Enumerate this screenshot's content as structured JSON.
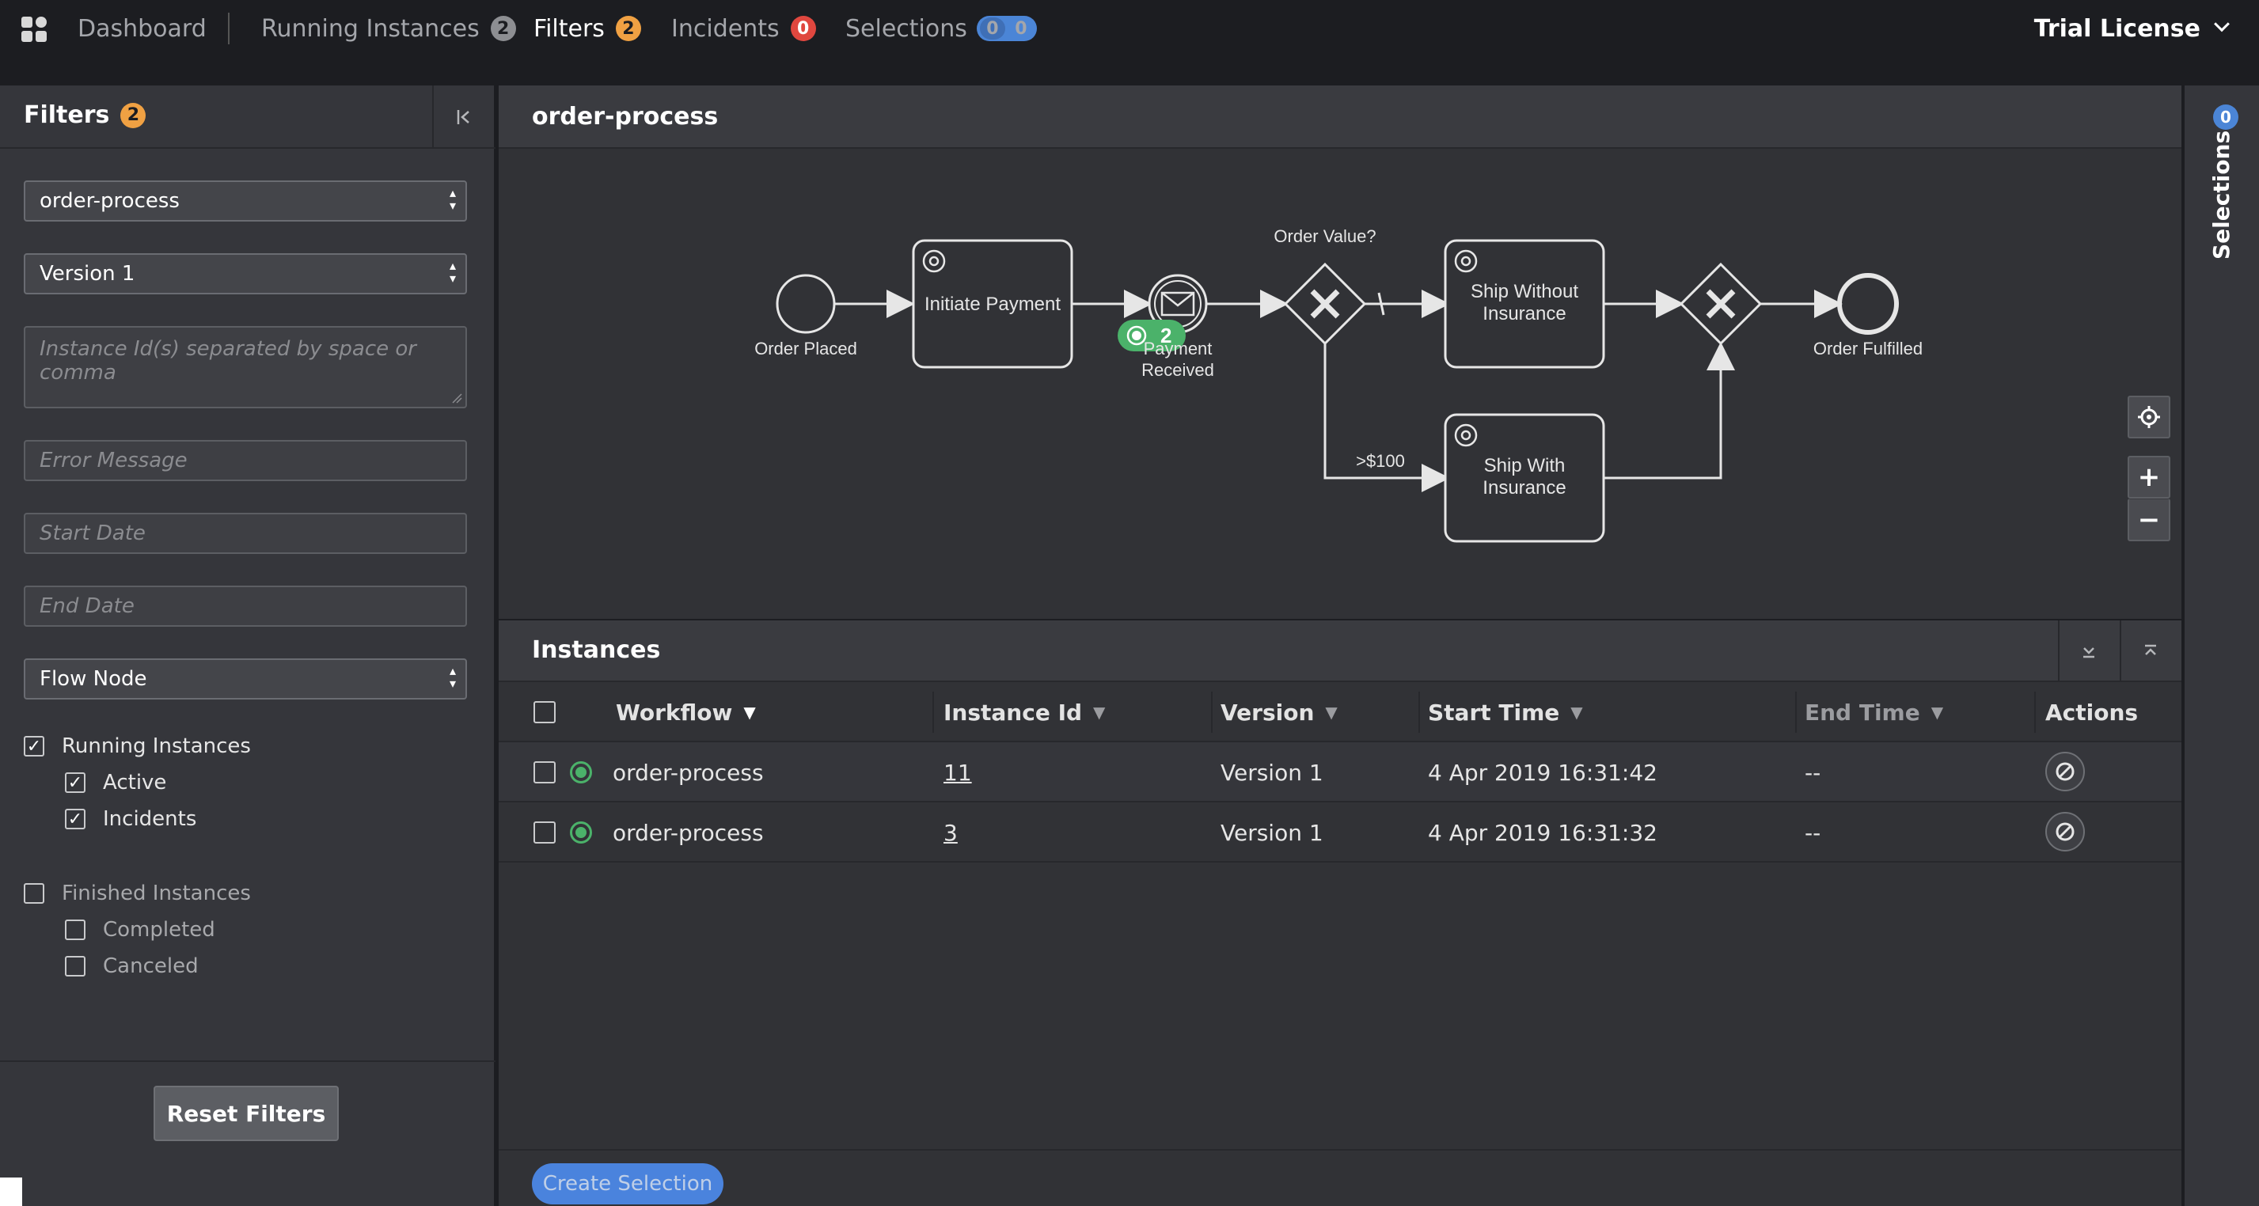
{
  "nav": {
    "dashboard": "Dashboard",
    "running_instances": "Running Instances",
    "running_count": "2",
    "filters": "Filters",
    "filters_count": "2",
    "incidents": "Incidents",
    "incidents_count": "0",
    "selections": "Selections",
    "selections_count_a": "0",
    "selections_count_b": "0",
    "license": "Trial License"
  },
  "filters": {
    "title": "Filters",
    "count": "2",
    "workflow_value": "order-process",
    "version_value": "Version 1",
    "instance_ids_placeholder": "Instance Id(s) separated by space or comma",
    "error_message_placeholder": "Error Message",
    "start_date_placeholder": "Start Date",
    "end_date_placeholder": "End Date",
    "flow_node_value": "Flow Node",
    "running_instances": "Running Instances",
    "active": "Active",
    "incidents": "Incidents",
    "finished_instances": "Finished Instances",
    "completed": "Completed",
    "canceled": "Canceled",
    "reset": "Reset Filters"
  },
  "diagram": {
    "title": "order-process",
    "start_event": "Order Placed",
    "task_initiate": "Initiate Payment",
    "message_event_line1": "Payment",
    "message_event_line2": "Received",
    "active_count": "2",
    "gateway_label": "Order Value?",
    "task_ship_without_1": "Ship Without",
    "task_ship_without_2": "Insurance",
    "task_ship_with_1": "Ship With",
    "task_ship_with_2": "Insurance",
    "condition_label": ">$100",
    "end_event": "Order Fulfilled",
    "reset_zoom_icon": "crosshair-icon",
    "zoom_in": "+",
    "zoom_out": "−"
  },
  "instances": {
    "title": "Instances",
    "columns": {
      "workflow": "Workflow",
      "instance_id": "Instance Id",
      "version": "Version",
      "start_time": "Start Time",
      "end_time": "End Time",
      "actions": "Actions"
    },
    "rows": [
      {
        "workflow": "order-process",
        "id": "11",
        "version": "Version 1",
        "start": "4 Apr 2019 16:31:42",
        "end": "--"
      },
      {
        "workflow": "order-process",
        "id": "3",
        "version": "Version 1",
        "start": "4 Apr 2019 16:31:32",
        "end": "--"
      }
    ],
    "create_selection": "Create Selection"
  },
  "right_panel": {
    "title": "Selections",
    "count": "0"
  },
  "colors": {
    "background": "#1c1d21",
    "panel": "#35363b",
    "active_green": "#4bb26a",
    "orange_badge": "#f0a143",
    "red_badge": "#e0473f",
    "blue_badge": "#4b85d6",
    "primary_button": "#4d8cf0"
  }
}
